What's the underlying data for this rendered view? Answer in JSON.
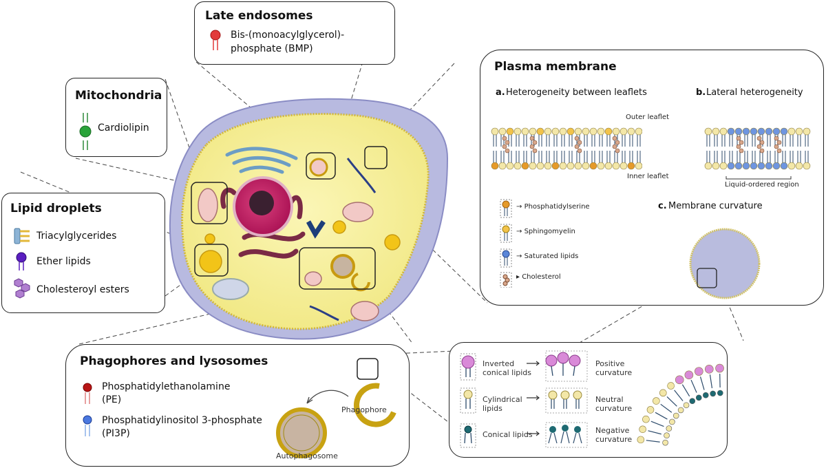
{
  "late_endosomes": {
    "title": "Late endosomes",
    "lipid_line1": "Bis-(monoacylglycerol)-",
    "lipid_line2": "phosphate (BMP)"
  },
  "mitochondria": {
    "title": "Mitochondria",
    "lipid": "Cardiolipin"
  },
  "lipid_droplets": {
    "title": "Lipid droplets",
    "items": [
      "Triacylglycerides",
      "Ether lipids",
      "Cholesteroyl esters"
    ]
  },
  "plasma_membrane": {
    "title": "Plasma membrane",
    "a_prefix": "a.",
    "a_label": "Heterogeneity between leaflets",
    "b_prefix": "b.",
    "b_label": "Lateral heterogeneity",
    "c_prefix": "c.",
    "c_label": "Membrane curvature",
    "outer_leaflet": "Outer leaflet",
    "inner_leaflet": "Inner leaflet",
    "liquid_ordered": "Liquid-ordered region",
    "legend": [
      "Phosphatidylserine",
      "Sphingomyelin",
      "Saturated lipids",
      "Cholesterol"
    ]
  },
  "phagophores": {
    "title": "Phagophores and lysosomes",
    "pe_line1": "Phosphatidylethanolamine",
    "pe_line2": "(PE)",
    "pi3p_line1": "Phosphatidylinositol 3-phosphate",
    "pi3p_line2": "(PI3P)",
    "phagophore": "Phagophore",
    "autophagosome": "Autophagosome"
  },
  "curvature": {
    "inverted_l1": "Inverted",
    "inverted_l2": "conical lipids",
    "positive_l1": "Positive",
    "positive_l2": "curvature",
    "cylindrical_l1": "Cylindrical",
    "cylindrical_l2": "lipids",
    "neutral_l1": "Neutral",
    "neutral_l2": "curvature",
    "conical": "Conical lipids",
    "negative_l1": "Negative",
    "negative_l2": "curvature"
  },
  "colors": {
    "cytoplasm": "#f4ef9a",
    "membrane": "#a9acd6",
    "nucleus": "#c0135e",
    "droplet": "#f2c418",
    "mito": "#f2c9c6"
  }
}
